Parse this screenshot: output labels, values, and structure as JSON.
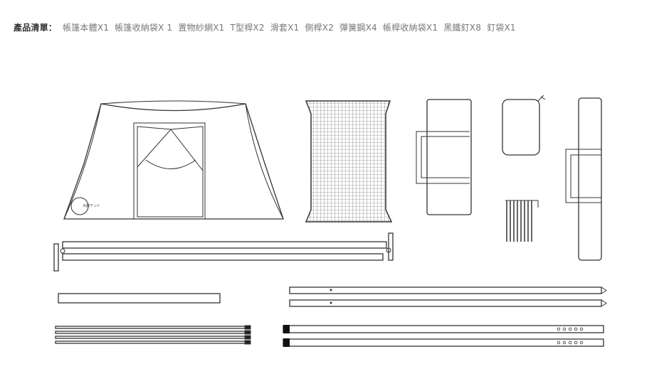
{
  "product_list": {
    "label": "產品清單：",
    "items": [
      "帳篷本體X1",
      "帳篷收納袋X 1",
      "置物紗網X1",
      "T型桿X2",
      "滑套X1",
      "側桿X2",
      "彈簧鋼X4",
      "帳桿收納袋X1",
      "黑鐵釘X8",
      "釘袋X1"
    ]
  },
  "tent_logo_text": "大將テント"
}
